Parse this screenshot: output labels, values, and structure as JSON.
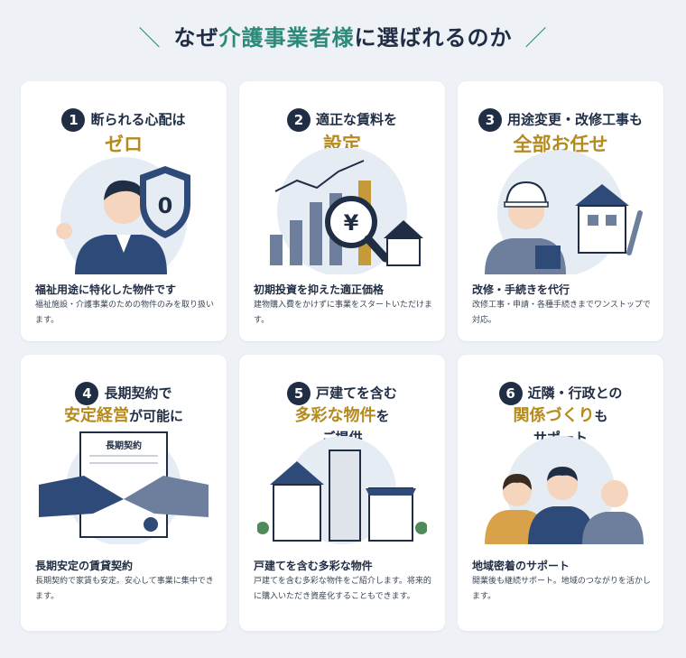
{
  "title": {
    "pre": "なぜ",
    "highlight": "介護事業者様",
    "post": "に選ばれるのか"
  },
  "cards": [
    {
      "num": "1",
      "line1": "断られる心配は",
      "big": "ゼロ",
      "caption": "福祉用途に特化した物件です",
      "desc": "福祉施設・介護事業のための物件のみを取り扱います。"
    },
    {
      "num": "2",
      "line1": "適正な賃料を",
      "big": "設定",
      "caption": "初期投資を抑えた適正価格",
      "desc": "建物購入費をかけずに事業をスタートいただけます。"
    },
    {
      "num": "3",
      "line1": "用途変更・改修工事も",
      "big": "全部お任せ",
      "caption": "改修・手続きを代行",
      "desc": "改修工事・申請・各種手続きまでワンストップで対応。"
    },
    {
      "num": "4",
      "line1": "長期契約で",
      "gold": "安定経営",
      "post": "が可能に",
      "sign": "長期契約",
      "caption": "長期安定の賃貸契約",
      "desc": "長期契約で家賃も安定。安心して事業に集中できます。"
    },
    {
      "num": "5",
      "line1": "戸建てを含む",
      "gold": "多彩な物件",
      "post": "を",
      "line3": "ご提供",
      "caption": "戸建てを含む多彩な物件",
      "desc": "戸建てを含む多彩な物件をご紹介します。将来的に購入いただき資産化することもできます。"
    },
    {
      "num": "6",
      "line1": "近隣・行政との",
      "gold": "関係づくり",
      "post": "も",
      "line3": "サポート",
      "caption": "地域密着のサポート",
      "desc": "開業後も継続サポート。地域のつながりを活かします。"
    }
  ]
}
